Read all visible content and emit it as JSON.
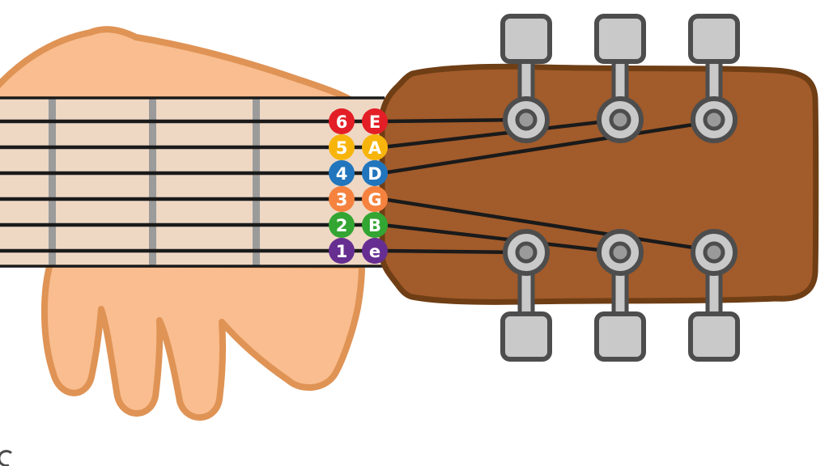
{
  "strings": [
    {
      "number": "6",
      "note": "E",
      "color": "#e41e26"
    },
    {
      "number": "5",
      "note": "A",
      "color": "#f7b50c"
    },
    {
      "number": "4",
      "note": "D",
      "color": "#2175bc"
    },
    {
      "number": "3",
      "note": "G",
      "color": "#f5833f"
    },
    {
      "number": "2",
      "note": "B",
      "color": "#33a532"
    },
    {
      "number": "1",
      "note": "e",
      "color": "#672e91"
    }
  ],
  "colors": {
    "hand_fill": "#f9bd8f",
    "hand_outline": "#df9355",
    "neck_fill": "#eed8c4",
    "fret_color": "#9b9b9b",
    "string_color": "#1a1a1a",
    "headstock_fill": "#a25b2a",
    "headstock_outline": "#6f3e15",
    "tuner_light": "#c9c9c9",
    "tuner_mid": "#9a9a9a",
    "tuner_outline": "#4d4d4d",
    "badge_text": "#ffffff",
    "background": "#ffffff"
  }
}
